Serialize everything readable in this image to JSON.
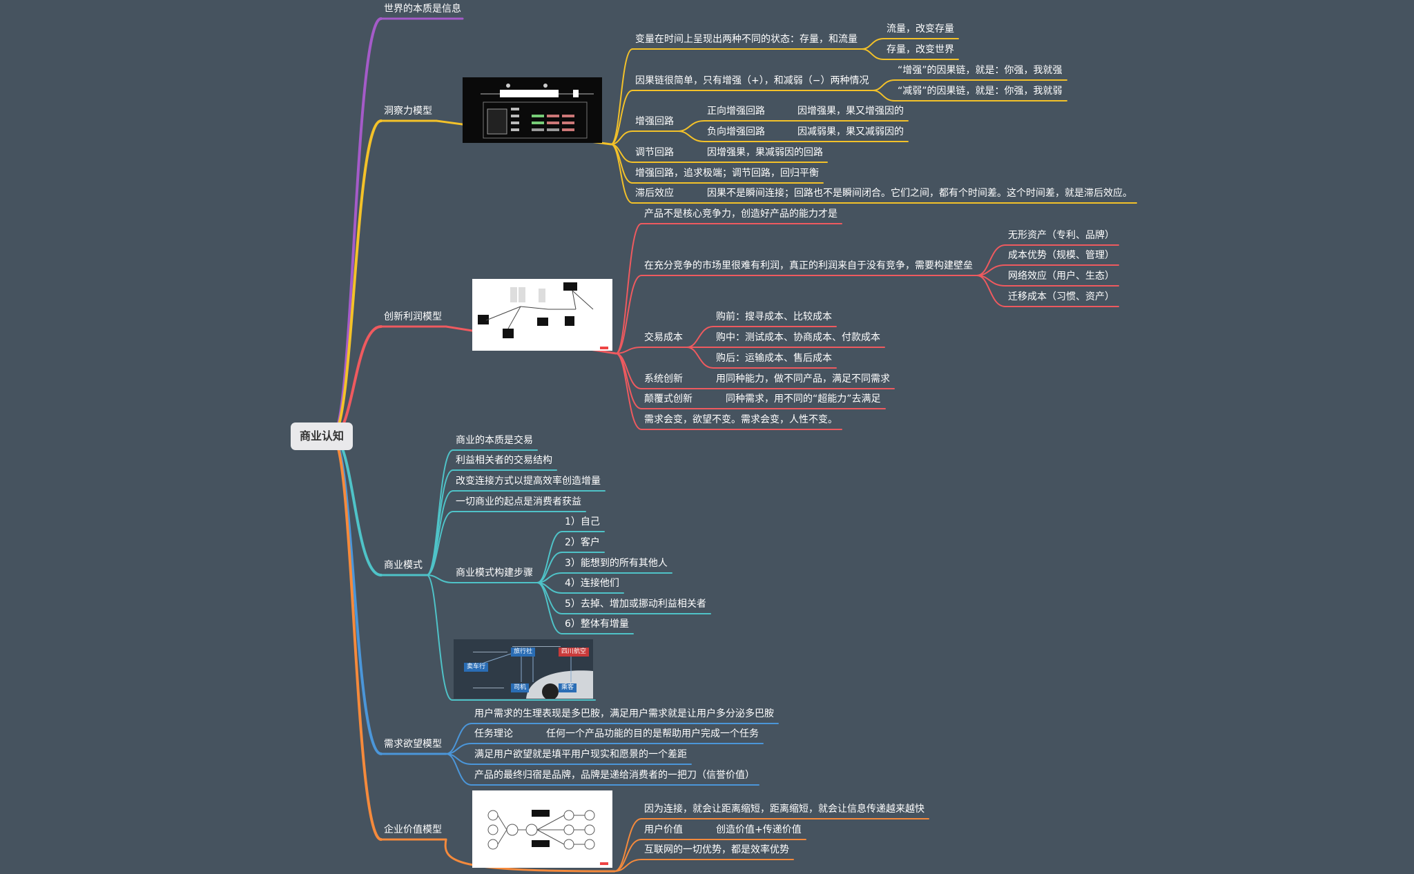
{
  "root": "商业认知",
  "colors": {
    "background": "#46535f",
    "purple": "#a55bc9",
    "yellow": "#f4c229",
    "red": "#ef5a5f",
    "teal": "#4fc3c8",
    "blue": "#4b96d9",
    "orange": "#f58a3c"
  },
  "branches": [
    {
      "label": "世界的本质是信息"
    },
    {
      "label": "洞察力模型",
      "children": [
        {
          "label": "变量在时间上呈现出两种不同的状态：存量，和流量",
          "children": [
            {
              "label": "流量，改变存量"
            },
            {
              "label": "存量，改变世界"
            }
          ]
        },
        {
          "label": "因果链很简单，只有增强（+），和减弱（−）两种情况",
          "children": [
            {
              "label": "“增强”的因果链，就是：你强，我就强"
            },
            {
              "label": "“减弱”的因果链，就是：你强，我就弱"
            }
          ]
        },
        {
          "label": "增强回路",
          "children": [
            {
              "label": "正向增强回路",
              "note": "因增强果，果又增强因的"
            },
            {
              "label": "负向增强回路",
              "note": "因减弱果，果又减弱因的"
            }
          ]
        },
        {
          "label": "调节回路",
          "note": "因增强果，果减弱因的回路"
        },
        {
          "label": "增强回路，追求极端；调节回路，回归平衡"
        },
        {
          "label": "滞后效应",
          "note": "因果不是瞬间连接；回路也不是瞬间闭合。它们之间，都有个时间差。这个时间差，就是滞后效应。"
        }
      ]
    },
    {
      "label": "创新利润模型",
      "children": [
        {
          "label": "产品不是核心竞争力，创造好产品的能力才是"
        },
        {
          "label": "在充分竞争的市场里很难有利润，真正的利润来自于没有竞争，需要构建壁垒",
          "children": [
            {
              "label": "无形资产（专利、品牌）"
            },
            {
              "label": "成本优势（规模、管理）"
            },
            {
              "label": "网络效应（用户、生态）"
            },
            {
              "label": "迁移成本（习惯、资产）"
            }
          ]
        },
        {
          "label": "交易成本",
          "children": [
            {
              "label": "购前：搜寻成本、比较成本"
            },
            {
              "label": "购中：测试成本、协商成本、付款成本"
            },
            {
              "label": "购后：运输成本、售后成本"
            }
          ]
        },
        {
          "label": "系统创新",
          "note": "用同种能力，做不同产品，满足不同需求"
        },
        {
          "label": "颠覆式创新",
          "note": "同种需求，用不同的“超能力”去满足"
        },
        {
          "label": "需求会变，欲望不变。需求会变，人性不变。"
        }
      ]
    },
    {
      "label": "商业模式",
      "children": [
        {
          "label": "商业的本质是交易"
        },
        {
          "label": "利益相关者的交易结构"
        },
        {
          "label": "改变连接方式以提高效率创造增量"
        },
        {
          "label": "一切商业的起点是消费者获益"
        },
        {
          "label": "商业模式构建步骤",
          "children": [
            {
              "label": "1）自己"
            },
            {
              "label": "2）客户"
            },
            {
              "label": "3）能想到的所有其他人"
            },
            {
              "label": "4）连接他们"
            },
            {
              "label": "5）去掉、增加或挪动利益相关者"
            },
            {
              "label": "6）整体有增量"
            }
          ]
        }
      ]
    },
    {
      "label": "需求欲望模型",
      "children": [
        {
          "label": "用户需求的生理表现是多巴胺，满足用户需求就是让用户多分泌多巴胺"
        },
        {
          "label": "任务理论",
          "note": "任何一个产品功能的目的是帮助用户完成一个任务"
        },
        {
          "label": "满足用户欲望就是填平用户现实和愿景的一个差距"
        },
        {
          "label": "产品的最终归宿是品牌，品牌是递给消费者的一把刀（信誉价值）"
        }
      ]
    },
    {
      "label": "企业价值模型",
      "children": [
        {
          "label": "因为连接，就会让距离缩短，距离缩短，就会让信息传递越来越快"
        },
        {
          "label": "用户价值",
          "note": "创造价值+传递价值"
        },
        {
          "label": "互联网的一切优势，都是效率优势"
        }
      ]
    }
  ],
  "thumbnails": {
    "business_model_image": {
      "tags": [
        "旅行社",
        "四川航空",
        "卖车行",
        "司机",
        "乘客"
      ]
    }
  }
}
